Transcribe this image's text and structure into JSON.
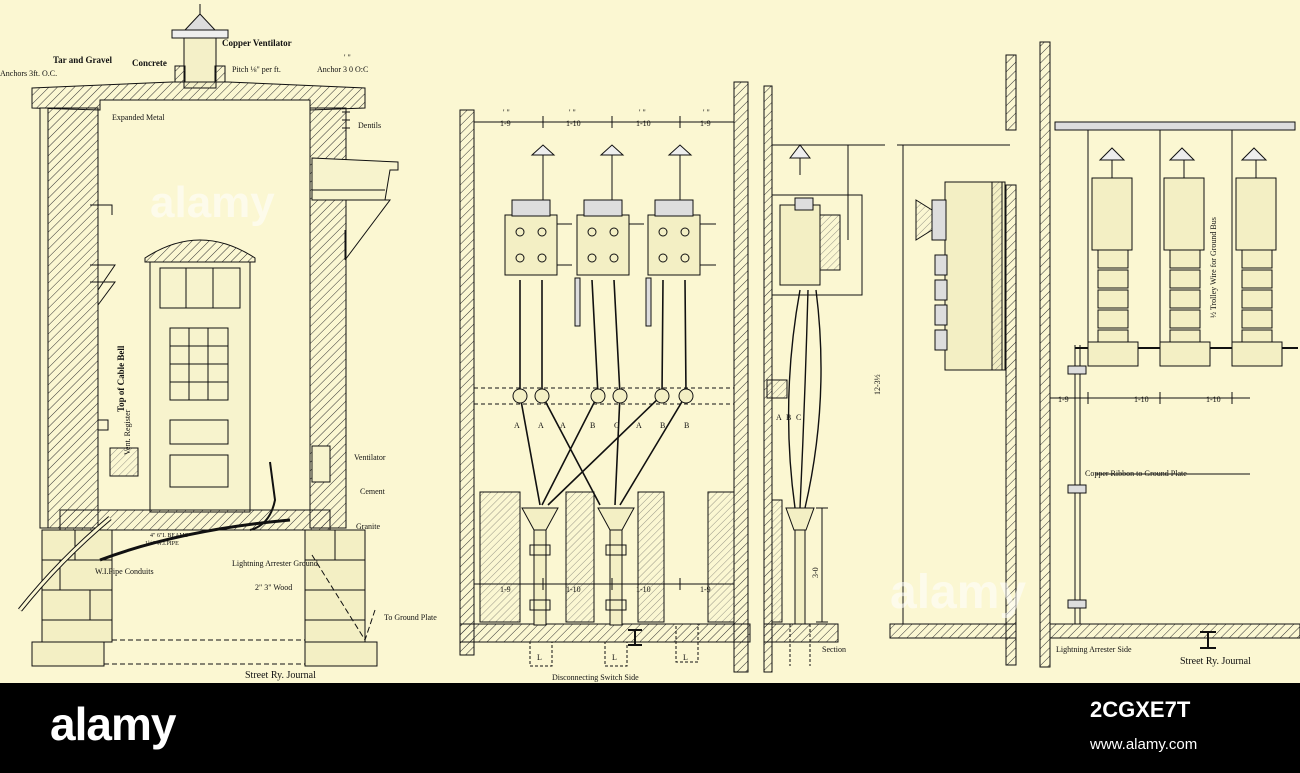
{
  "left_panel": {
    "labels": {
      "copper_ventilator": "Copper Ventilator",
      "tar_gravel": "Tar and Gravel",
      "concrete": "Concrete",
      "pitch": "Pitch ⅛\" per ft.",
      "anchor_right": "Anchor 3 0 O:C",
      "anchor_dims": "' \"",
      "anchors_left": "Anchors 3ft. O.C.",
      "expanded_metal": "Expanded Metal",
      "dentils": "Dentils",
      "top_of_cable_bell": "Top of Cable Bell",
      "vent_register": "Vent. Register",
      "ventilator": "Ventilator",
      "cement": "Cement",
      "granite": "Granite",
      "beams": "4\" 6\"I. BEAMS",
      "pipe": "1½\" W.I.PIPE",
      "lightning_arrester_ground": "Lightning Arrester Ground",
      "wood": "2\" 3\" Wood",
      "wi_pipe_conduits": "W.I.Pipe Conduits",
      "to_ground_plate": "To Ground Plate",
      "journal": "Street Ry. Journal"
    }
  },
  "middle_panel": {
    "top_dims": [
      "1-9",
      "1-10",
      "1-10",
      "1-9"
    ],
    "dim_marks": "' \"",
    "phase_labels": [
      "A",
      "A",
      "A",
      "B",
      "C",
      "A",
      "B",
      "B"
    ],
    "bottom_dims": [
      "1-9",
      "1-10",
      "1-10",
      "1-9"
    ],
    "caption": "Disconnecting Switch Side",
    "l_labels": [
      "L",
      "L",
      "L"
    ]
  },
  "section_panel": {
    "phase_labels": [
      "A",
      "B",
      "C"
    ],
    "height_dim": "3-0",
    "caption": "Section"
  },
  "right_panel": {
    "height_dim": "12-3½",
    "bus_label": "½ Trolley Wire for Ground Bus",
    "bottom_dims": [
      "1-9",
      "1-10",
      "1-10"
    ],
    "copper_ribbon": "Copper Ribbon to Ground Plate",
    "caption": "Lightning Arrester Side",
    "journal": "Street Ry. Journal"
  },
  "watermark": {
    "text1": "alamy",
    "text2": "alamy"
  },
  "footer": {
    "logo": "alamy",
    "image_id": "2CGXE7T",
    "url": "www.alamy.com"
  },
  "colors": {
    "paper": "#fbf7d2",
    "ink": "#111111",
    "footer": "#000000"
  }
}
